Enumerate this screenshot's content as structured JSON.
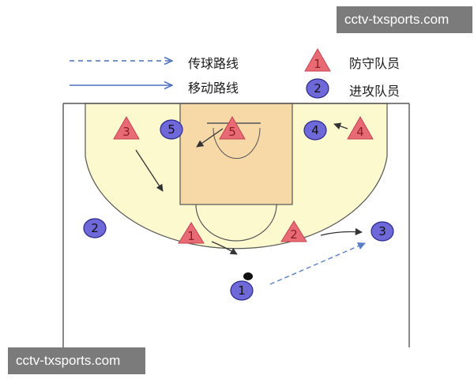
{
  "watermarks": {
    "top": "cctv-txsports.com",
    "bottom": "cctv-txsports.com"
  },
  "legend": {
    "pass_route": "传球路线",
    "move_route": "移动路线",
    "defender": "防守队员",
    "attacker": "进攻队员",
    "defender_sample_number": "1",
    "attacker_sample_number": "2"
  },
  "colors": {
    "court_fill": "#fdf9cf",
    "paint_fill": "#f7d9a8",
    "defender_fill": "#e86a74",
    "defender_text": "#8b1d25",
    "attacker_fill": "#6f68d8",
    "attacker_stroke": "#2a2a8c",
    "pass_line": "#5a7fc6",
    "move_line": "#333333",
    "legend_line": "#4b6fb8"
  },
  "players": {
    "defenders": [
      {
        "number": "3"
      },
      {
        "number": "5"
      },
      {
        "number": "4"
      },
      {
        "number": "1"
      },
      {
        "number": "2"
      }
    ],
    "attackers": [
      {
        "number": "5"
      },
      {
        "number": "4"
      },
      {
        "number": "2"
      },
      {
        "number": "3"
      },
      {
        "number": "1"
      }
    ]
  }
}
